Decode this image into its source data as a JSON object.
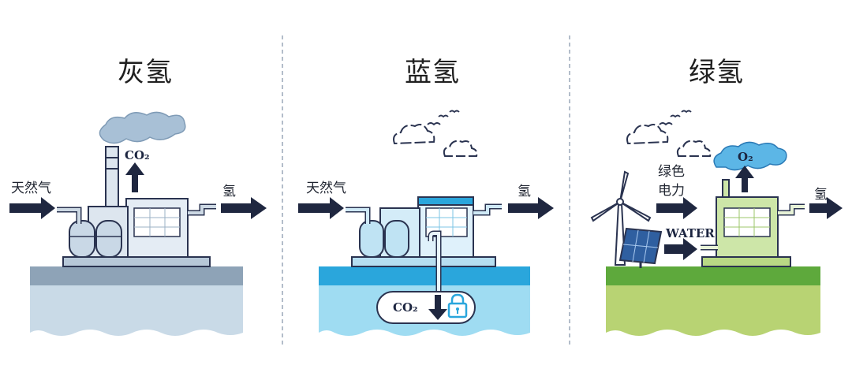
{
  "panels": [
    {
      "title": "灰氢",
      "labels": {
        "input": "天然气",
        "output": "氢",
        "emission": "CO₂"
      },
      "colors": {
        "sky_ground": "#8fa4b8",
        "sea": "#c8d9e6",
        "factory": "#e6edf4",
        "smoke": "#9fb9d0"
      }
    },
    {
      "title": "蓝氢",
      "labels": {
        "input": "天然气",
        "output": "氢",
        "capture": "CO₂"
      },
      "colors": {
        "ground": "#2aa6dc",
        "sea": "#9edcf3",
        "factory": "#dff1fb"
      }
    },
    {
      "title": "绿氢",
      "labels": {
        "input_line1": "绿色",
        "input_line2": "电力",
        "water": "WATER",
        "output": "氢",
        "emission": "O₂"
      },
      "colors": {
        "ground": "#5fa93c",
        "sea": "#b7d271",
        "factory": "#cde6a8"
      }
    }
  ],
  "icons": [
    "arrow-icon",
    "cloud-icon",
    "bird-icon",
    "lock-icon",
    "wind-turbine-icon",
    "solar-panel-icon",
    "chimney-icon"
  ]
}
